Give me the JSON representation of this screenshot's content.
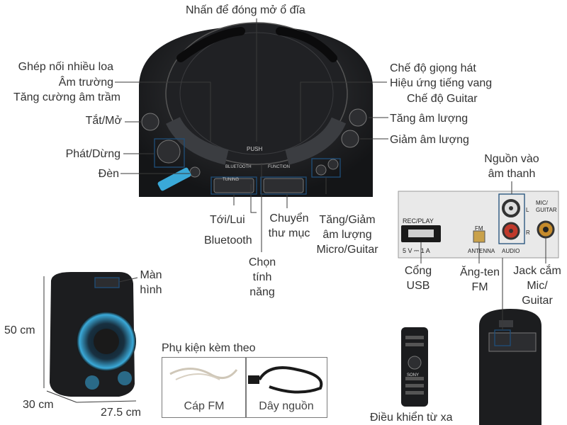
{
  "labels": {
    "disc_open": "Nhấn để đóng mở ổ đĩa",
    "multi_speaker": "Ghép nối nhiều loa",
    "sound_field": "Âm trường",
    "bass_boost": "Tăng cường âm trầm",
    "power": "Tắt/Mở",
    "play_pause": "Phát/Dừng",
    "light": "Đèn",
    "next_prev": "Tới/Lui",
    "bluetooth": "Bluetooth",
    "function_select": "Chọn\ntính\nnăng",
    "folder": "Chuyển\nthư mục",
    "mic_volume": "Tăng/Giảm\nâm lượng\nMicro/Guitar",
    "vocal_mode": "Chế độ giọng hát",
    "echo": "Hiệu ứng tiếng vang",
    "guitar_mode": "Chế độ Guitar",
    "vol_up": "Tăng âm lượng",
    "vol_down": "Giảm âm lượng",
    "audio_in": "Nguồn vào\nâm thanh",
    "usb_port": "Cổng\nUSB",
    "fm_antenna": "Ăng-ten\nFM",
    "mic_jack": "Jack cắm\nMic/\nGuitar",
    "display": "Màn\nhình",
    "remote": "Điều khiển từ xa"
  },
  "dimensions": {
    "height": "50 cm",
    "width": "30 cm",
    "depth": "27.5 cm"
  },
  "accessories": {
    "title": "Phụ kiện kèm theo",
    "items": [
      "Cáp FM",
      "Dây nguồn"
    ]
  },
  "panel_text": {
    "push": "PUSH",
    "tuning": "TUNING",
    "function": "FUNCTION",
    "bluetooth": "BLUETOOTH",
    "rec_play": "REC/PLAY",
    "usb_spec": "5 V ⎓ 1 A",
    "fm": "FM",
    "antenna": "ANTENNA",
    "audio": "AUDIO",
    "mic_guitar": "MIC/\nGUITAR",
    "l": "L",
    "r": "R"
  },
  "remote_text": {
    "brand": "SONY"
  },
  "colors": {
    "device": "#1c1d1f",
    "panel": "#2a2b2e",
    "leader": "#3a3a3a",
    "target_box": "#1f4f7a",
    "rca_red": "#c0392b",
    "accent_blue": "#3aa9d8"
  }
}
